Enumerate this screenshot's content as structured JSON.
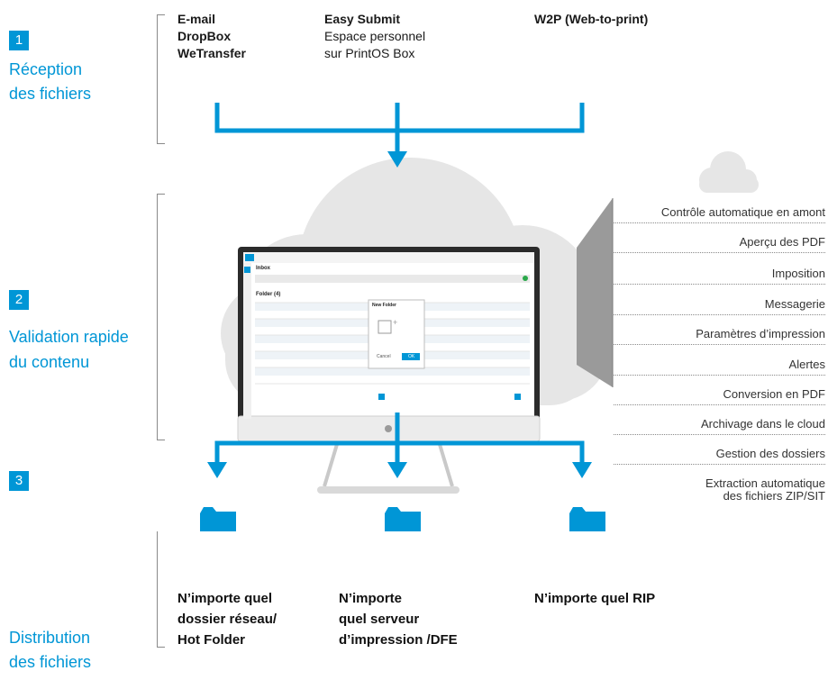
{
  "steps": [
    {
      "number": "1",
      "title_line1": "Réception",
      "title_line2": "des fichiers"
    },
    {
      "number": "2",
      "title_line1": "Validation rapide",
      "title_line2": "du contenu"
    },
    {
      "number": "3",
      "title_line1": "Distribution",
      "title_line2": "des fichiers"
    }
  ],
  "sources": {
    "col1": [
      "E-mail",
      "DropBox",
      "WeTransfer"
    ],
    "col2_title": "Easy Submit",
    "col2_lines": [
      "Espace personnel",
      "sur PrintOS Box"
    ],
    "col3_title": "W2P (Web-to-print)"
  },
  "features": [
    "Contrôle automatique en amont",
    "Aperçu des PDF",
    "Imposition",
    "Messagerie",
    "Paramètres d’impression",
    "Alertes",
    "Conversion en PDF",
    "Archivage dans le cloud",
    "Gestion des dossiers",
    "Extraction automatique",
    "des fichiers ZIP/SIT"
  ],
  "destinations": [
    {
      "lines": [
        "N’importe quel",
        "dossier réseau/",
        "Hot Folder"
      ]
    },
    {
      "lines": [
        "N’importe",
        "quel serveur",
        "d’impression /DFE"
      ]
    },
    {
      "lines": [
        "N’importe quel RIP"
      ]
    }
  ],
  "screen": {
    "app_title": "Inbox",
    "folder_title": "Folder (4)",
    "dialog_title": "New Folder",
    "dialog_cancel": "Cancel",
    "dialog_ok": "OK"
  },
  "colors": {
    "accent": "#0096d6",
    "cloud": "#e6e6e6",
    "panel": "#9a9a9a"
  },
  "icons": {
    "folder": "folder-icon",
    "arrow": "arrow-down-icon"
  }
}
